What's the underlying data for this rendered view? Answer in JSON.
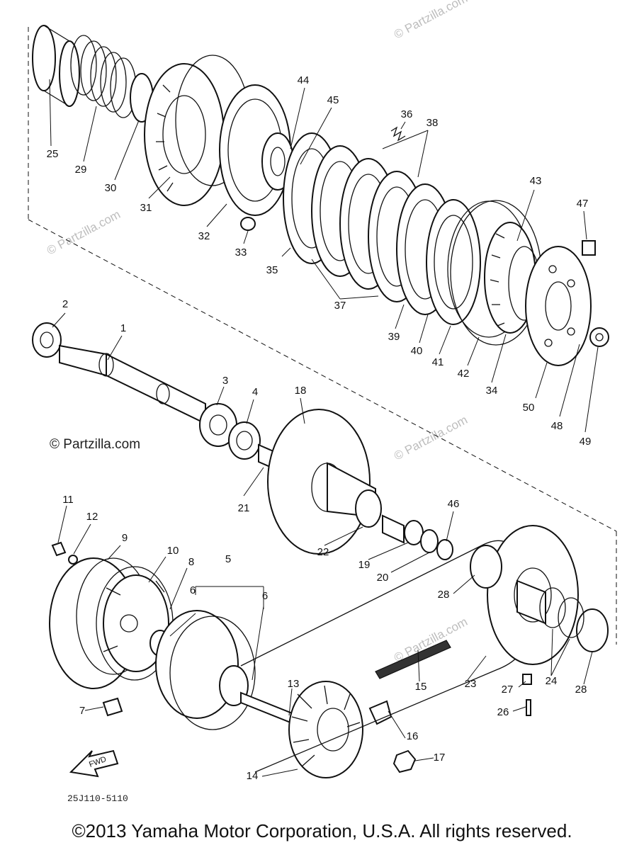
{
  "watermark": "© Partzilla.com",
  "credit_mark": "© Partzilla.com",
  "diagram_code": "25J110-5110",
  "fwd_label": "FWD",
  "copyright": "©2013  Yamaha Motor Corporation, U.S.A. All rights reserved.",
  "callouts": [
    "25",
    "29",
    "30",
    "31",
    "32",
    "33",
    "44",
    "45",
    "36",
    "38",
    "35",
    "37",
    "39",
    "40",
    "41",
    "42",
    "43",
    "47",
    "34",
    "50",
    "48",
    "49",
    "2",
    "1",
    "3",
    "4",
    "18",
    "21",
    "22",
    "19",
    "20",
    "46",
    "11",
    "12",
    "9",
    "10",
    "8",
    "5",
    "6",
    "6",
    "7",
    "28",
    "23",
    "24",
    "27",
    "26",
    "28",
    "13",
    "15",
    "14",
    "16",
    "17"
  ]
}
